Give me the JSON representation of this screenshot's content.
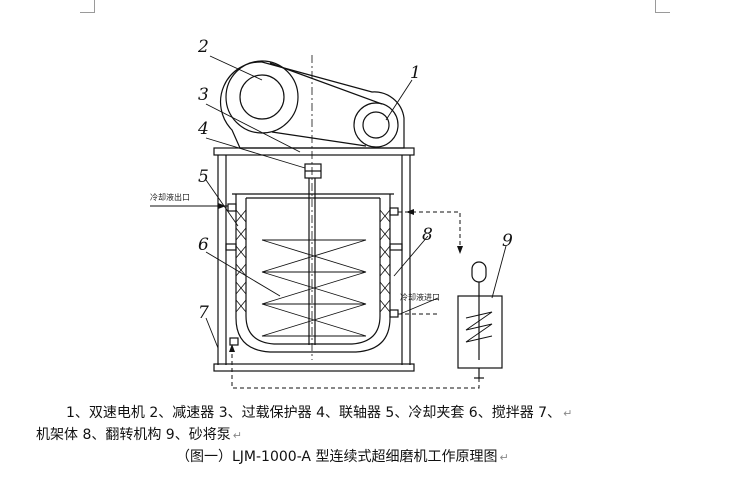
{
  "callouts": [
    "1",
    "2",
    "3",
    "4",
    "5",
    "6",
    "7",
    "8",
    "9"
  ],
  "side_labels": {
    "left_inlet": "冷却液出口",
    "right_inlet": "冷却液进口"
  },
  "legend": {
    "line1": "1、双速电机 2、减速器  3、过载保护器 4、联轴器 5、冷却夹套 6、搅拌器   7、",
    "line2": "机架体  8、翻转机构   9、砂将泵",
    "title": "（图一）LJM-1000-A 型连续式超细磨机工作原理图"
  },
  "return_mark": "↵"
}
